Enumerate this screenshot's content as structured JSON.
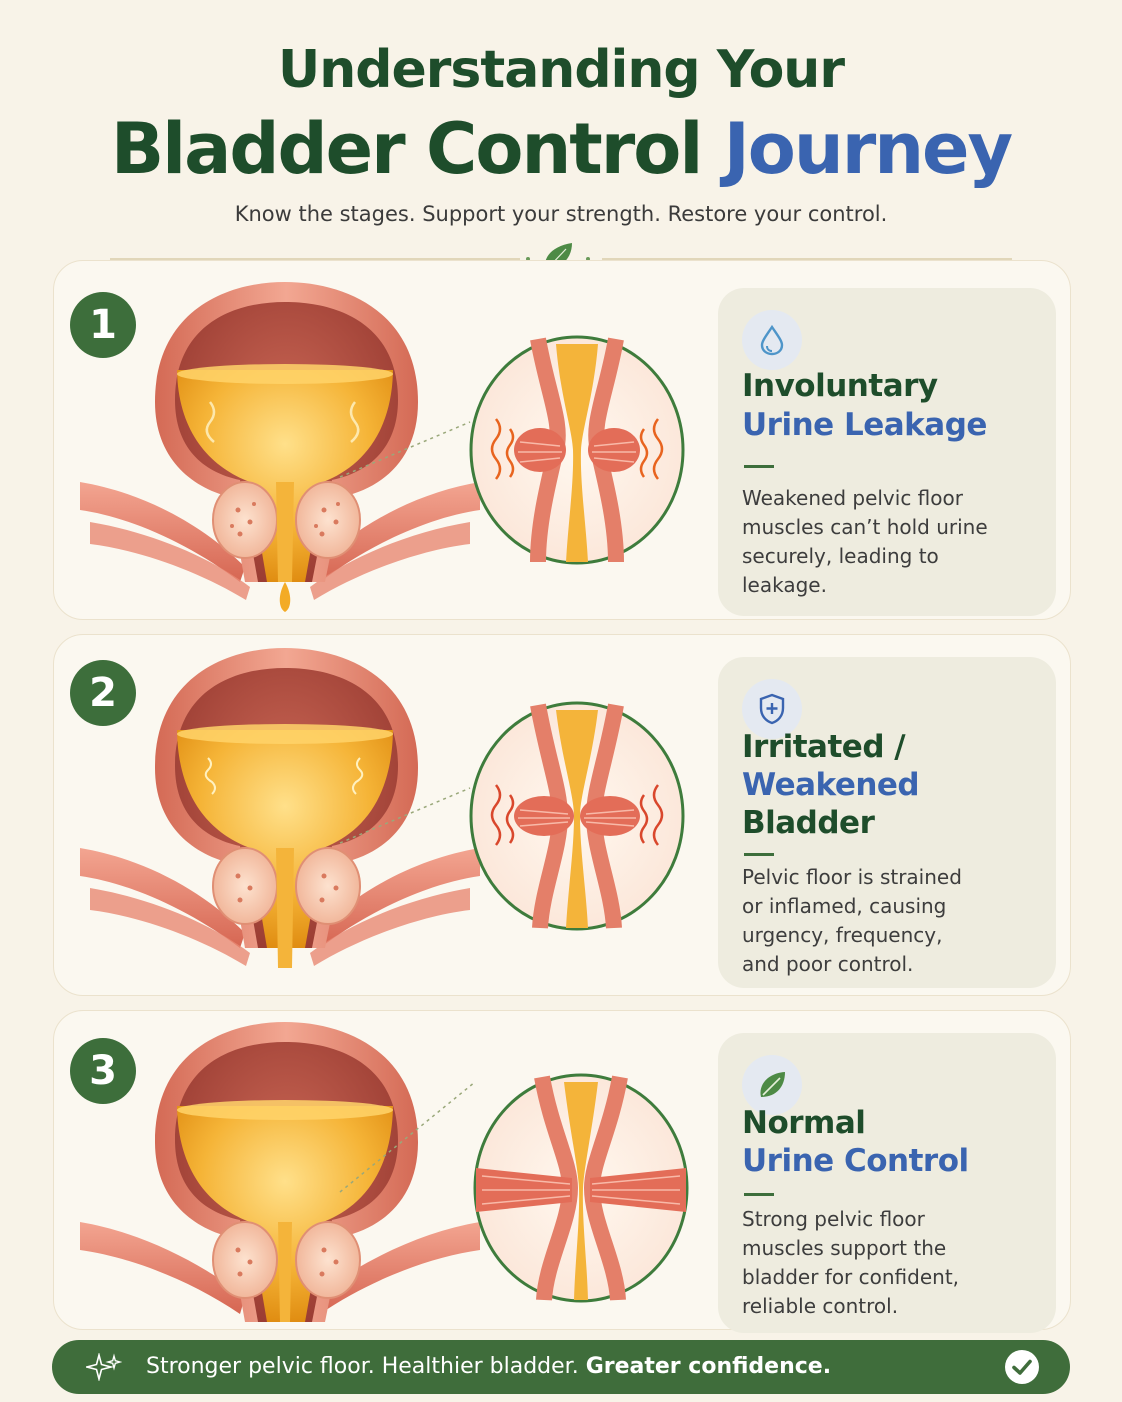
{
  "header": {
    "title_line1": "Understanding Your",
    "title_line2_main": "Bladder Control",
    "title_line2_accent": "Journey",
    "subtitle": "Know the stages. Support your strength. Restore your control."
  },
  "stages": [
    {
      "number": "1",
      "icon": "water-drop-icon",
      "heading_line1": "Involuntary",
      "heading_line2": "Urine Leakage",
      "description": [
        "Weakened pelvic floor",
        "muscles can’t hold urine",
        "securely, leading to",
        "leakage."
      ]
    },
    {
      "number": "2",
      "icon": "shield-plus-icon",
      "heading_line1": "Irritated /",
      "heading_line2": "Weakened",
      "heading_line3": "Bladder",
      "description": [
        "Pelvic floor is strained",
        "or inflamed, causing",
        "urgency, frequency,",
        "and poor control."
      ]
    },
    {
      "number": "3",
      "icon": "leaf-icon",
      "heading_line1": "Normal",
      "heading_line2": "Urine Control",
      "description": [
        "Strong pelvic floor",
        "muscles support the",
        "bladder for confident,",
        "reliable control."
      ]
    }
  ],
  "footer": {
    "text": "Stronger pelvic floor. Healthier bladder.",
    "text_bold": "Greater confidence.",
    "left_icon": "sparkle-icon",
    "right_icon": "check-circle-icon"
  },
  "colors": {
    "brand_green": "#1e4d2b",
    "accent_blue": "#3a64b0",
    "badge_green": "#3d6e3b",
    "urine": "#f2ac2a",
    "muscle": "#e57a63"
  }
}
